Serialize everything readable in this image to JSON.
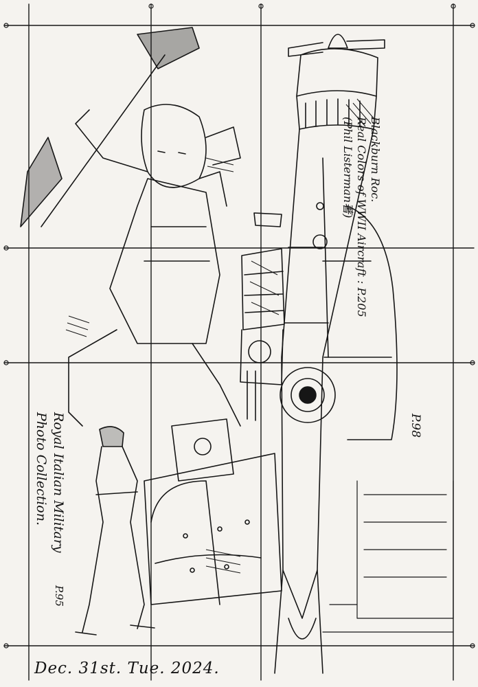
{
  "sketch": {
    "title_lines": [
      "Blackburn Roc.",
      "Real Colors of WWII Aircraft : P.205",
      "(Phil Listerman著)"
    ],
    "reference_lines": [
      "Royal Italian Military",
      "Photo Collection."
    ],
    "page_refs": [
      "P.98",
      "P.95"
    ],
    "date": "Dec. 31st. Tue. 2024.",
    "ink_color": "#161616",
    "paper_color": "#f5f3ef"
  }
}
